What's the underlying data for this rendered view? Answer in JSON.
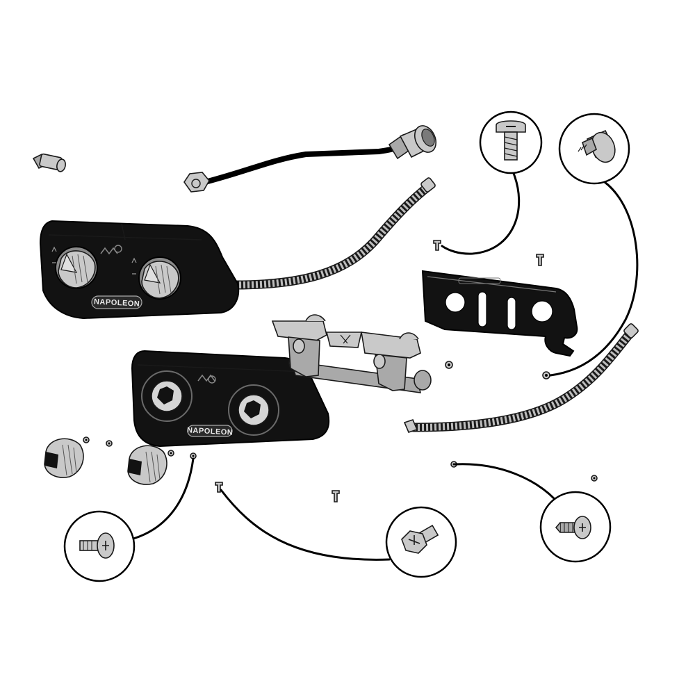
{
  "diagram": {
    "brand_label": "NAPOLEON",
    "colors": {
      "housing": "#121212",
      "metal": "#c9c9c9",
      "metal_dark": "#a9a9a9",
      "line": "#000000",
      "background": "#ffffff"
    },
    "parts": [
      {
        "name": "front-control-panel",
        "icon": "control-panel-with-knobs"
      },
      {
        "name": "rear-control-housing",
        "icon": "control-housing"
      },
      {
        "name": "gas-valve-manifold",
        "icon": "valve-manifold"
      },
      {
        "name": "mounting-bracket",
        "icon": "bracket-plate"
      },
      {
        "name": "gas-hose",
        "icon": "hose-with-fittings"
      },
      {
        "name": "flex-tube-upper",
        "icon": "corrugated-tube"
      },
      {
        "name": "flex-tube-lower",
        "icon": "corrugated-tube"
      },
      {
        "name": "control-knob-left",
        "icon": "knob"
      },
      {
        "name": "control-knob-right",
        "icon": "knob"
      },
      {
        "name": "orifice-fitting",
        "icon": "fitting"
      }
    ],
    "callouts": [
      {
        "name": "machine-screw-callout",
        "icon": "pan-head-screw"
      },
      {
        "name": "tapping-screw-callout",
        "icon": "washer-head-screw"
      },
      {
        "name": "knob-screw-callout",
        "icon": "phillips-screw"
      },
      {
        "name": "hex-screw-callout",
        "icon": "hex-washer-screw"
      },
      {
        "name": "bracket-screw-callout",
        "icon": "phillips-screw"
      }
    ]
  }
}
